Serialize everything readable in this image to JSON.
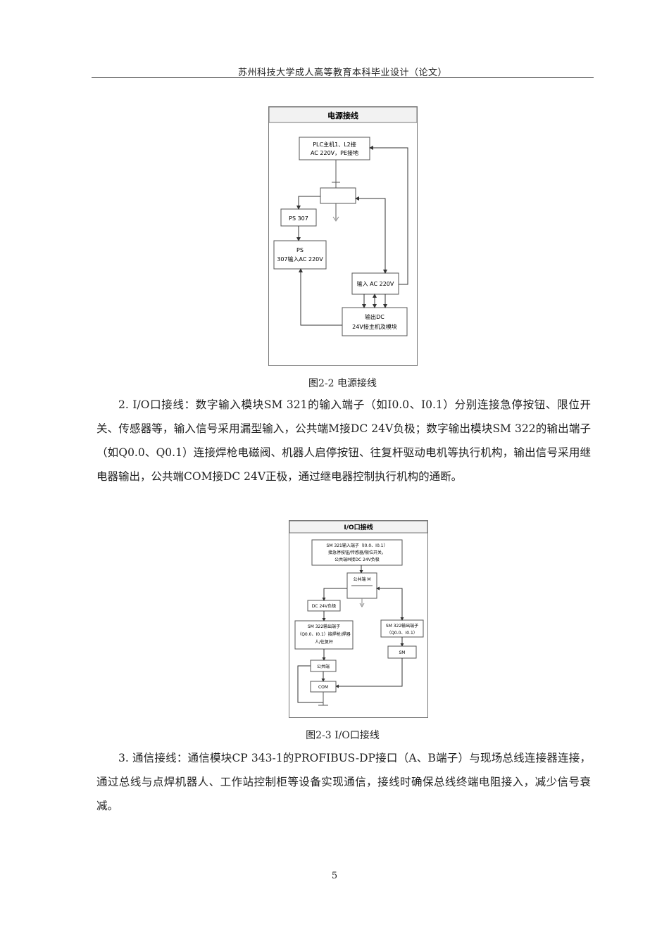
{
  "header": {
    "title": "苏州科技大学成人高等教育本科毕业设计（论文）"
  },
  "figure1": {
    "heading": "电源接线",
    "caption": "图2-2  电源接线",
    "boxes": {
      "plc": [
        "PLC主机1、L2接",
        "AC 220V，PE接地"
      ],
      "ps307_small": "PS 307",
      "ps307_input": [
        "PS",
        "307输入AC 220V"
      ],
      "ac_input": "输入 AC 220V",
      "dc_output": [
        "输出DC",
        "24V接主机及模块"
      ]
    }
  },
  "paragraph1": "2. I/O口接线：数字输入模块SM 321的输入端子（如I0.0、I0.1）分别连接急停按钮、限位开关、传感器等，输入信号采用漏型输入，公共端M接DC 24V负极；数字输出模块SM 322的输出端子（如Q0.0、Q0.1）连接焊枪电磁阀、机器人启停按钮、往复杆驱动电机等执行机构，输出信号采用继电器输出，公共端COM接DC 24V正极，通过继电器控制执行机构的通断。",
  "figure2": {
    "heading": "I/O口接线",
    "caption": "图2-3  I/O口接线",
    "boxes": {
      "sm321": [
        "SM 321输入端子（I0.0、I0.1）",
        "接急停按钮/传感器/限位开关，",
        "公共端M接DC 24V负极"
      ],
      "common_m": "公共端 M",
      "dc24_neg": "DC 24V负极",
      "sm322_left": [
        "SM 322输出端子",
        "（Q0.0、I0.1）接焊枪/焊器",
        "人/往复杆"
      ],
      "sm322_right": [
        "SM 322输出端子",
        "（Q0.0、I0.1）"
      ],
      "sm": "SM",
      "common": "公共端",
      "com": "COM"
    }
  },
  "paragraph2": "3. 通信接线：通信模块CP 343-1的PROFIBUS-DP接口（A、B端子）与现场总线连接器连接，通过总线与点焊机器人、工作站控制柜等设备实现通信，接线时确保总线终端电阻接入，减少信号衰减。",
  "page_number": "5"
}
